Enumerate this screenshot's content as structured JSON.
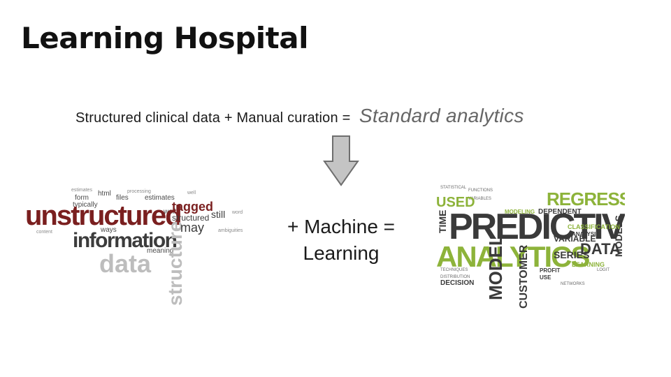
{
  "slide": {
    "title": "Learning Hospital",
    "equation": {
      "part1": "Structured clinical data + Manual curation =",
      "result": "Standard analytics"
    },
    "machine_learning": {
      "line1": "+ Machine =",
      "line2": "Learning"
    }
  },
  "word_cloud_left": {
    "words": [
      "unstructured",
      "information",
      "data",
      "structure",
      "tagged",
      "structured",
      "may",
      "still",
      "form",
      "typically",
      "html",
      "content",
      "files",
      "processing",
      "estimates",
      "ways",
      "meaning",
      "word",
      "well",
      "ambiguities"
    ]
  },
  "word_cloud_right": {
    "words": [
      "PREDICTIVE",
      "ANALYTICS",
      "REGRESSION",
      "USED",
      "TIME",
      "MODEL",
      "CUSTOMER",
      "DATA",
      "MODELS",
      "VARIABLE",
      "SERIES",
      "CLASSIFICATION",
      "ANALYSIS",
      "DEPENDENT",
      "MODELING",
      "STATISTICAL",
      "FUNCTIONS",
      "VARIABLES",
      "DECISION",
      "TECHNIQUES",
      "DISTRIBUTION",
      "PROFIT",
      "NETWORKS",
      "LEARNING",
      "LOGIT",
      "USE"
    ]
  },
  "colors": {
    "accent_maroon": "#7a1f1f",
    "accent_green": "#8db33a",
    "arrow_fill": "#c4c4c4"
  }
}
